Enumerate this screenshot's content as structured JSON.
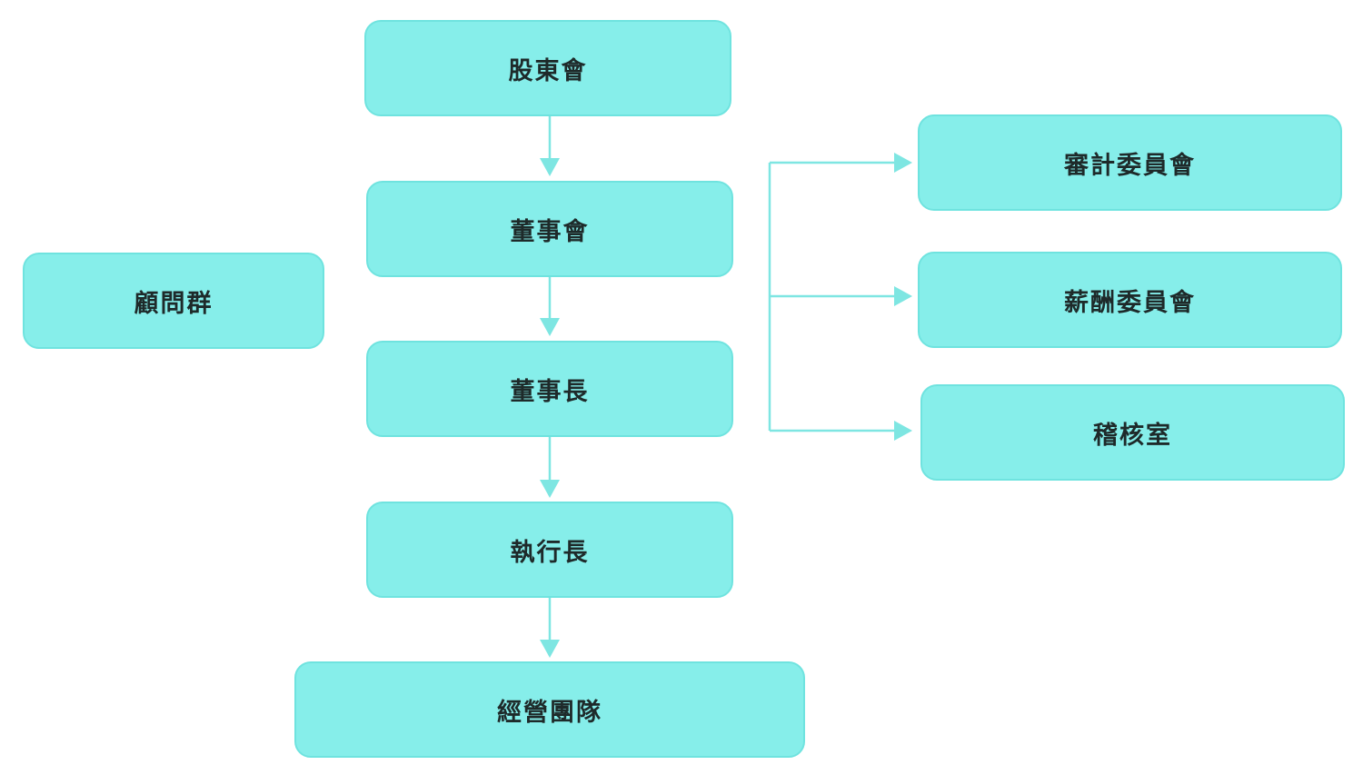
{
  "nodes": {
    "shareholders": "股東會",
    "board": "董事會",
    "chairman": "董事長",
    "ceo": "執行長",
    "management": "經營團隊",
    "advisors": "顧問群",
    "audit_committee": "審計委員會",
    "compensation_committee": "薪酬委員會",
    "internal_audit": "稽核室"
  },
  "colors": {
    "box_fill": "#86eeea",
    "box_border": "#6fe3df",
    "connector": "#7ee6e2",
    "text": "#1e2a2a"
  }
}
